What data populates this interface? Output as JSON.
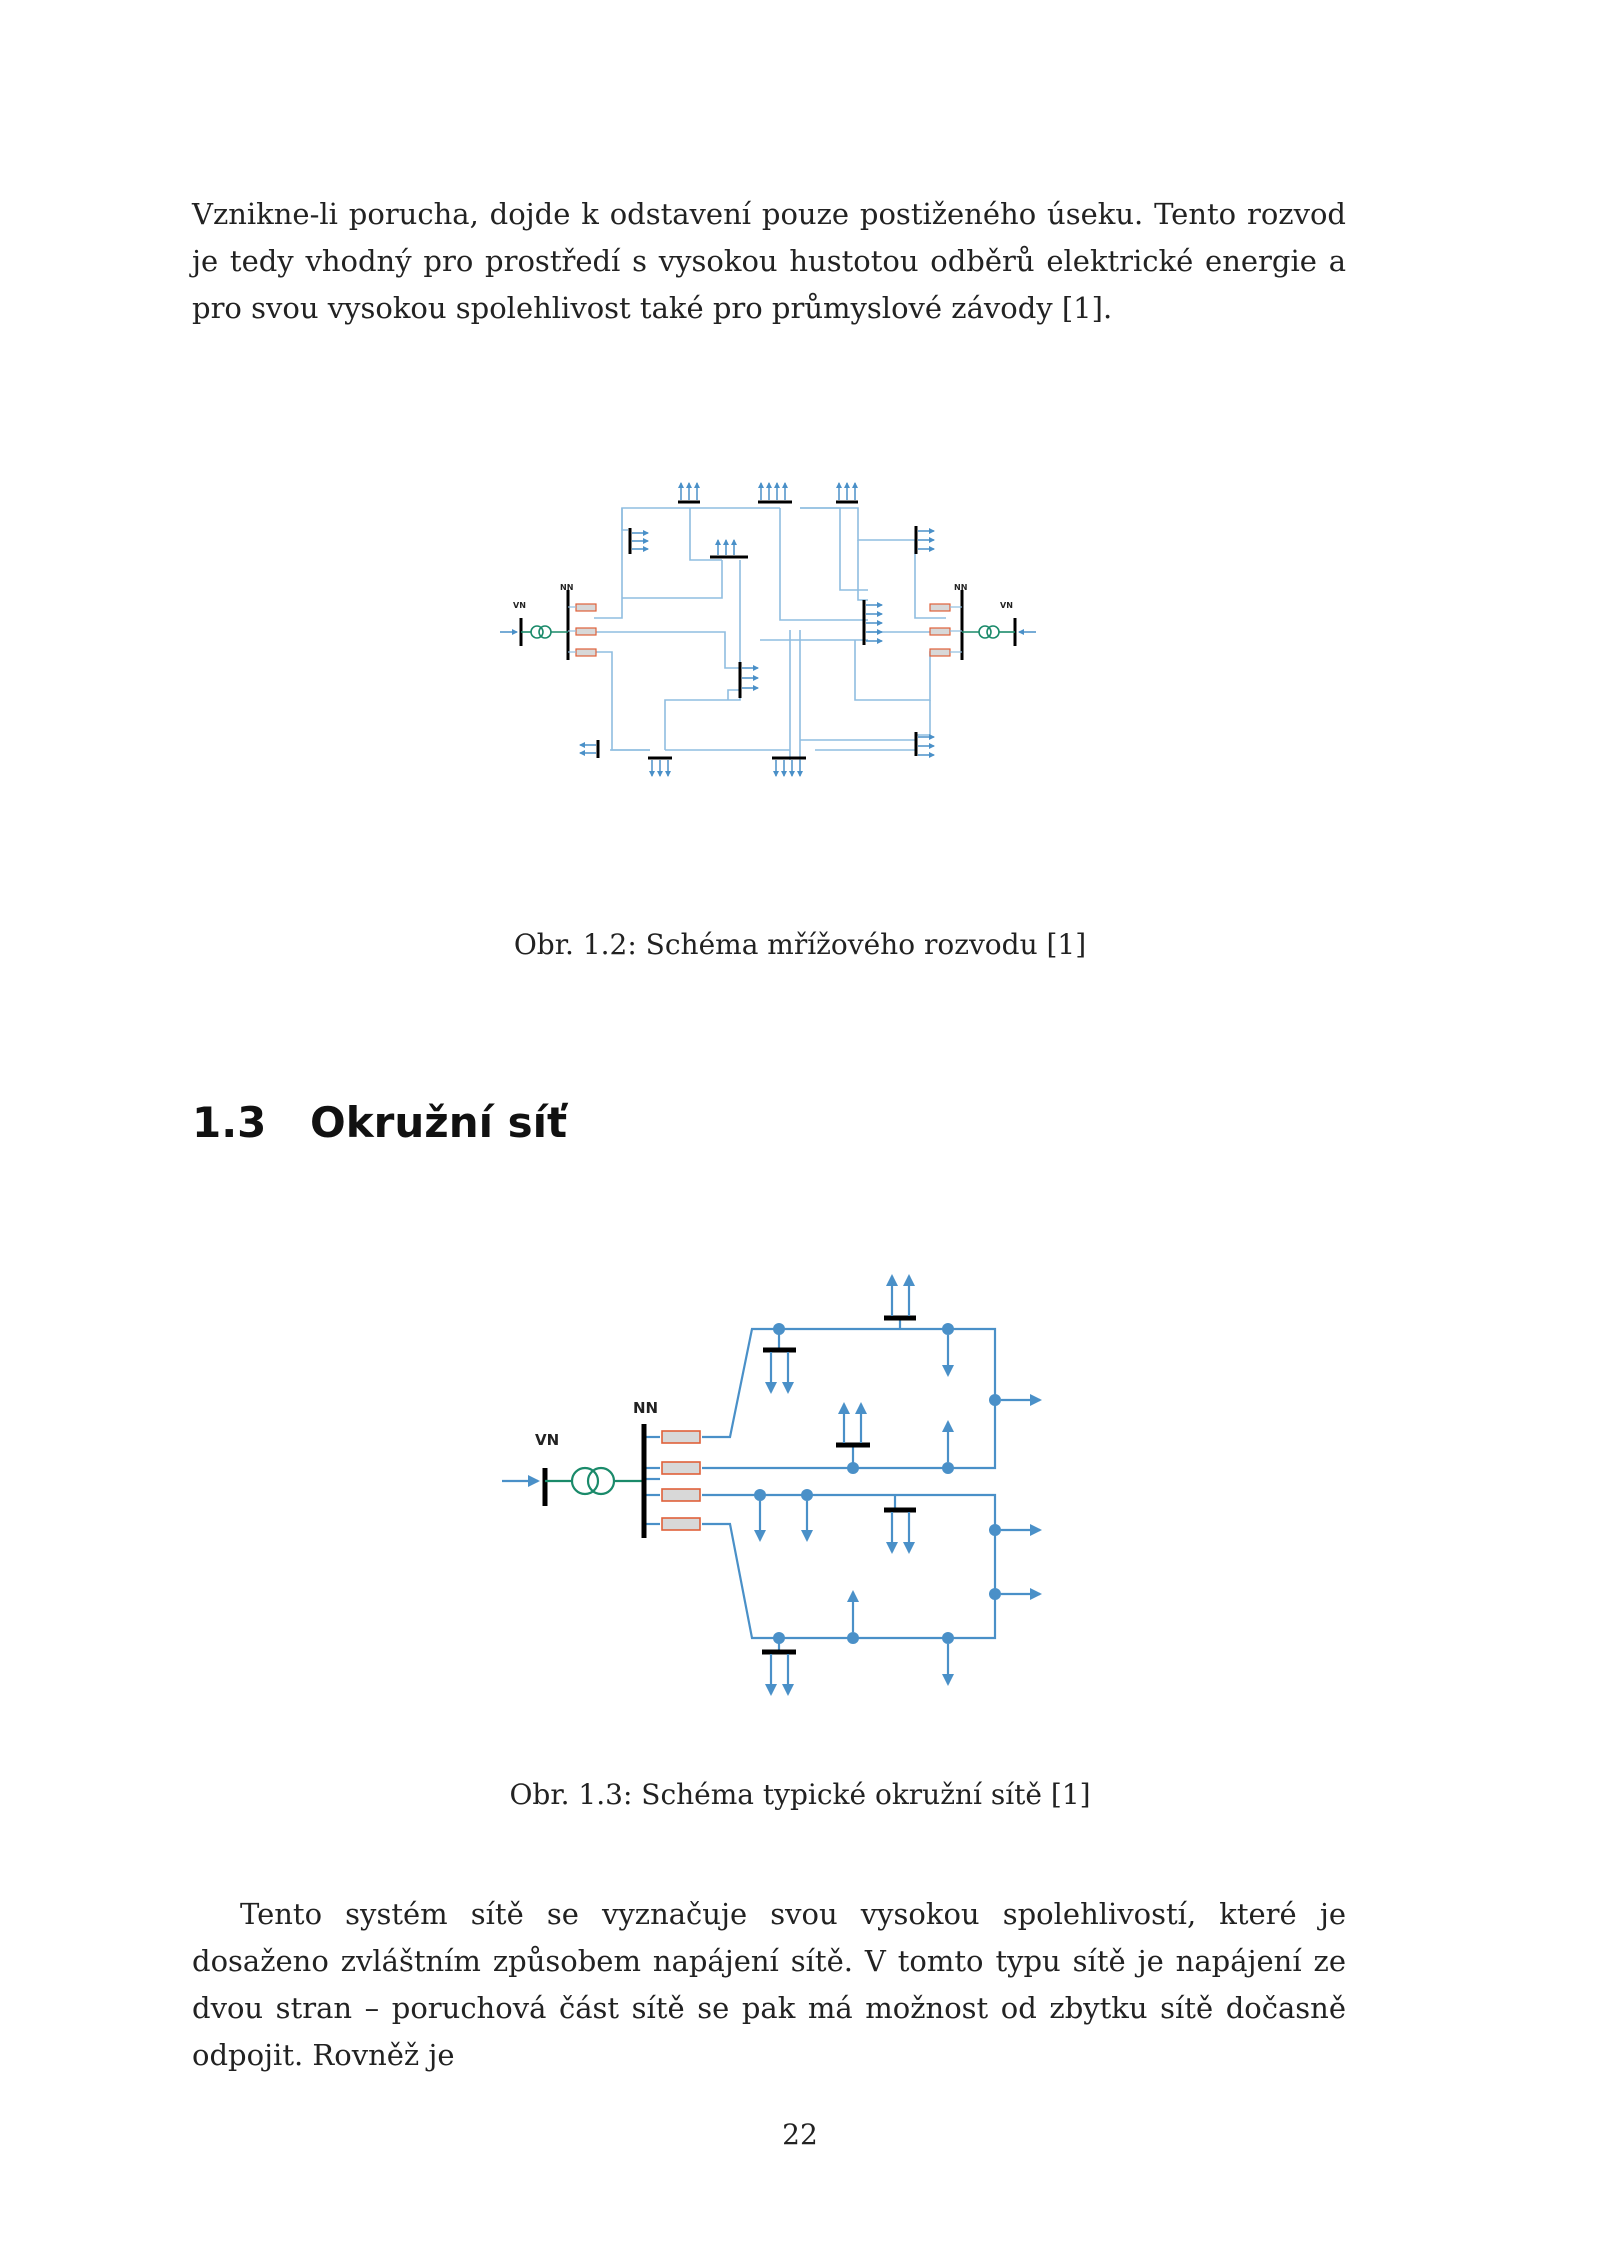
{
  "paragraph_top": "Vznikne-li porucha, dojde k odstavení pouze postiženého úseku. Tento rozvod je tedy vhodný pro prostředí s vysokou hustotou odběrů elektrické energie a pro svou vysokou spolehlivost také pro průmyslové závody [1].",
  "figure1": {
    "label_vn_left": "VN",
    "label_nn_left": "NN",
    "label_nn_right": "NN",
    "label_vn_right": "VN",
    "caption": "Obr. 1.2: Schéma mřížového rozvodu [1]"
  },
  "section": {
    "number": "1.3",
    "title": "Okružní síť"
  },
  "figure2": {
    "label_vn": "VN",
    "label_nn": "NN",
    "caption": "Obr. 1.3: Schéma typické okružní sítě [1]"
  },
  "paragraph_bottom": "Tento systém sítě se vyznačuje svou vysokou spolehlivostí, které je dosaženo zvláštním způsobem napájení sítě. V tomto typu sítě je napájení ze dvou stran – poruchová část sítě se pak má možnost od zbytku sítě dočasně odpojit. Rovněž je",
  "page_number": "22",
  "colors": {
    "line": "#4a90c8",
    "line_light": "#8fbde0",
    "fuse_fill": "#d8d8d8",
    "fuse_border": "#e0603a",
    "transformer": "#1a8a6a",
    "bus": "#000000"
  }
}
